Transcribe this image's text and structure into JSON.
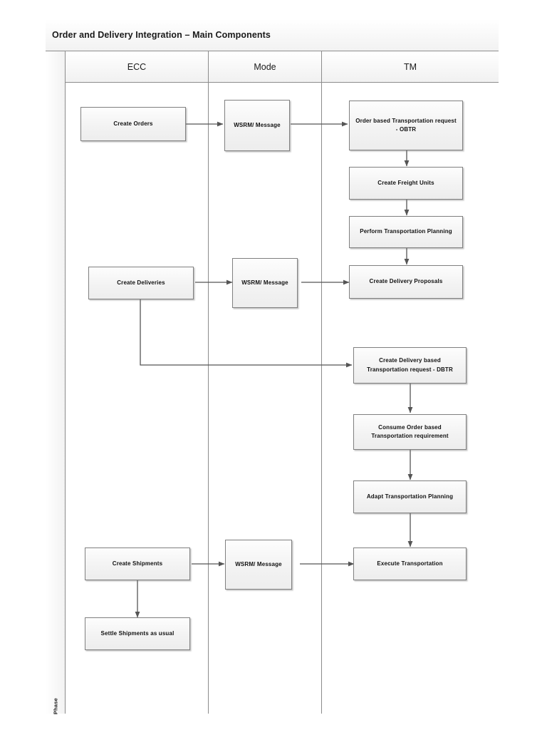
{
  "pool": {
    "title": "Order and Delivery Integration – Main Components",
    "phase_label": "Phase"
  },
  "lanes": [
    {
      "id": "ecc",
      "label": "ECC"
    },
    {
      "id": "mode",
      "label": "Mode"
    },
    {
      "id": "tm",
      "label": "TM"
    }
  ],
  "nodes": {
    "create_orders": "Create Orders",
    "wsrm_message_top": "WSRM/ Message",
    "obtr": "Order based Transportation request - OBTR",
    "create_freight_units": "Create Freight Units",
    "perform_transportation_planning": "Perform Transportation Planning",
    "create_delivery_proposals": "Create Delivery Proposals",
    "wsrm_message_mid": "WSRM/ Message",
    "create_deliveries": "Create Deliveries",
    "dbtr": "Create Delivery based Transportation request - DBTR",
    "consume_order_based": "Consume Order based Transportation requirement",
    "adapt_transportation_planning": "Adapt Transportation Planning",
    "execute_transportation": "Execute Transportation",
    "wsrm_message_bottom": "WSRM/ Message",
    "create_shipments": "Create Shipments",
    "settle_shipments": "Settle  Shipments as usual"
  },
  "colors": {
    "frame_border": "#8c8c8c",
    "node_border": "#808080",
    "node_fill": "#f3f3f3",
    "connector": "#555555",
    "header_fill": "#f1f1f1",
    "page_background": "#ffffff"
  }
}
